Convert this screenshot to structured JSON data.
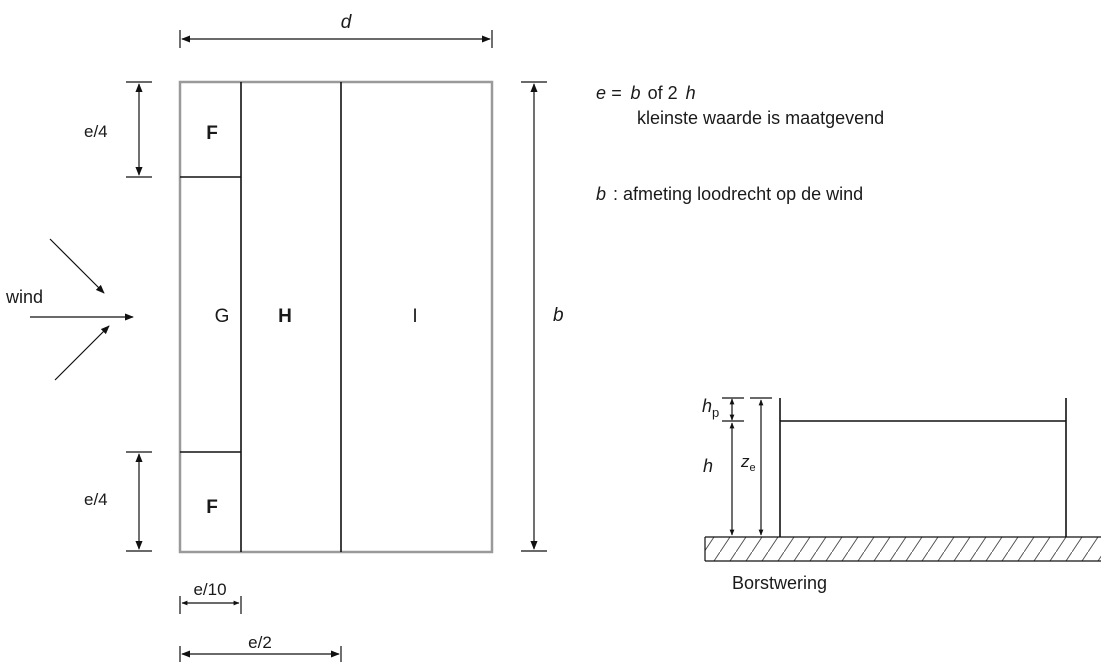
{
  "dims": {
    "d": "d",
    "e4_top": "e/4",
    "e4_bottom": "e/4",
    "b": "b",
    "e10": "e/10",
    "e2": "e/2"
  },
  "zones": {
    "f_top": "F",
    "g": "G",
    "h": "H",
    "i": "I",
    "f_bottom": "F"
  },
  "wind_label": "wind",
  "notes": {
    "e_def_prefix": "e =",
    "e_def_b": "b",
    "e_def_of": "of 2",
    "e_def_h": "h",
    "e_def_line2": "kleinste waarde is maatgevend",
    "b_def_var": "b",
    "b_def_text": ": afmeting loodrecht op de wind"
  },
  "parapet": {
    "hp_var": "h",
    "hp_sub": "p",
    "h_var": "h",
    "ze_var": "z",
    "ze_sub": "e",
    "caption": "Borstwering"
  }
}
